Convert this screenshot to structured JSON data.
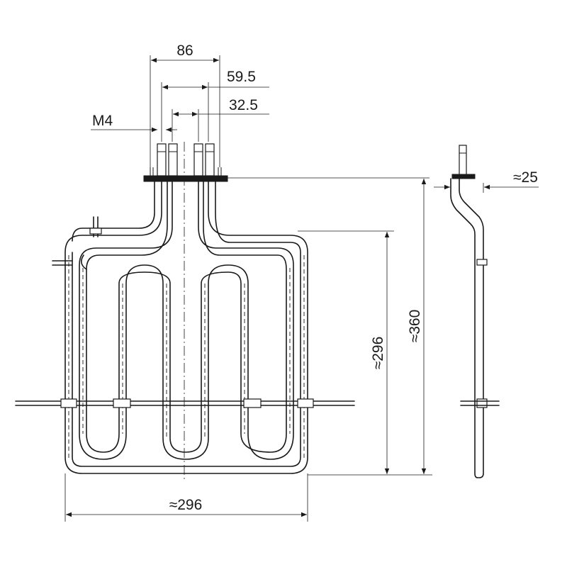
{
  "drawing": {
    "dimensions": {
      "terminal_spacing_outer": "86",
      "terminal_spacing_middle": "59.5",
      "terminal_spacing_inner": "32.5",
      "thread": "M4",
      "overall_width": "≈296",
      "loop_height": "≈296",
      "overall_height": "≈360",
      "side_offset": "≈25"
    }
  }
}
